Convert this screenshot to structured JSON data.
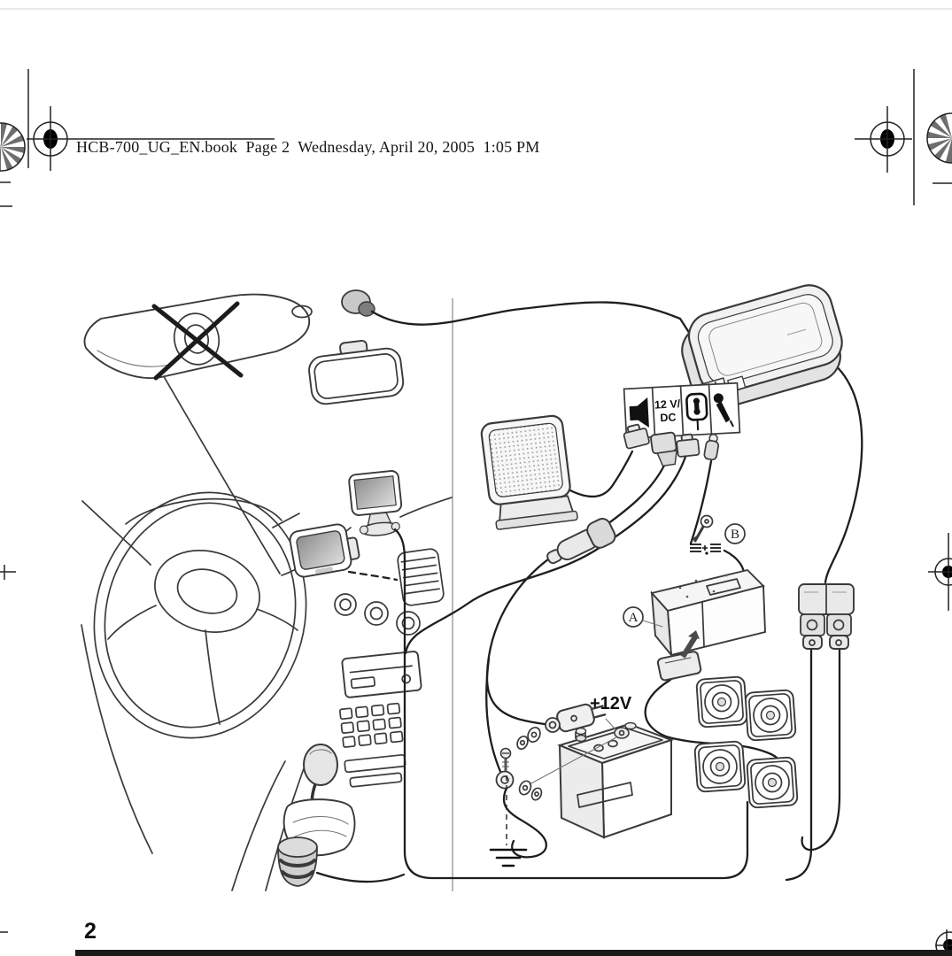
{
  "page": {
    "header_text": "HCB-700_UG_EN.book  Page 2  Wednesday, April 20, 2005  1:05 PM",
    "page_number": "2"
  },
  "diagram": {
    "ports_legend": {
      "speaker_icon": "speaker-icon",
      "power_label_line1": "12 V/",
      "power_label_line2": "DC",
      "handset_icon": "phone-handset-icon",
      "mic_icon": "microphone-icon"
    },
    "labels": {
      "battery_voltage": "+12V",
      "callout_a": "A",
      "callout_b": "B"
    },
    "colors": {
      "line_art": "#3a3a3a",
      "glyph_black": "#111111",
      "shade_light": "#ededed",
      "page_background": "#ffffff",
      "bottom_bar": "#1b1b1b"
    }
  }
}
